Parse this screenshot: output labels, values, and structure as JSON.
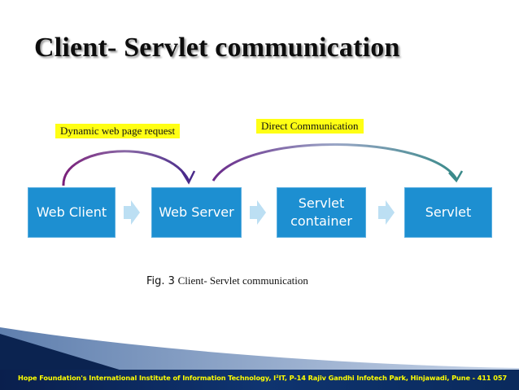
{
  "title": "Client- Servlet communication",
  "labels": {
    "dynamic_request": "Dynamic web page request",
    "direct_communication": "Direct Communication"
  },
  "boxes": [
    {
      "label": "Web Client"
    },
    {
      "label": "Web Server"
    },
    {
      "label": "Servlet container"
    },
    {
      "label": "Servlet"
    }
  ],
  "caption": {
    "fig": "Fig. 3",
    "text": "Client- Servlet communication"
  },
  "footer": "Hope Foundation's International Institute of Information Technology, I²IT, P-14 Rajiv Gandhi Infotech Park, Hinjawadi, Pune - 411 057",
  "colors": {
    "box_fill": "#1d8fd1",
    "label_highlight": "#ffff14",
    "footer_text": "#ffff00",
    "footer_band": "#0a2a5c"
  }
}
